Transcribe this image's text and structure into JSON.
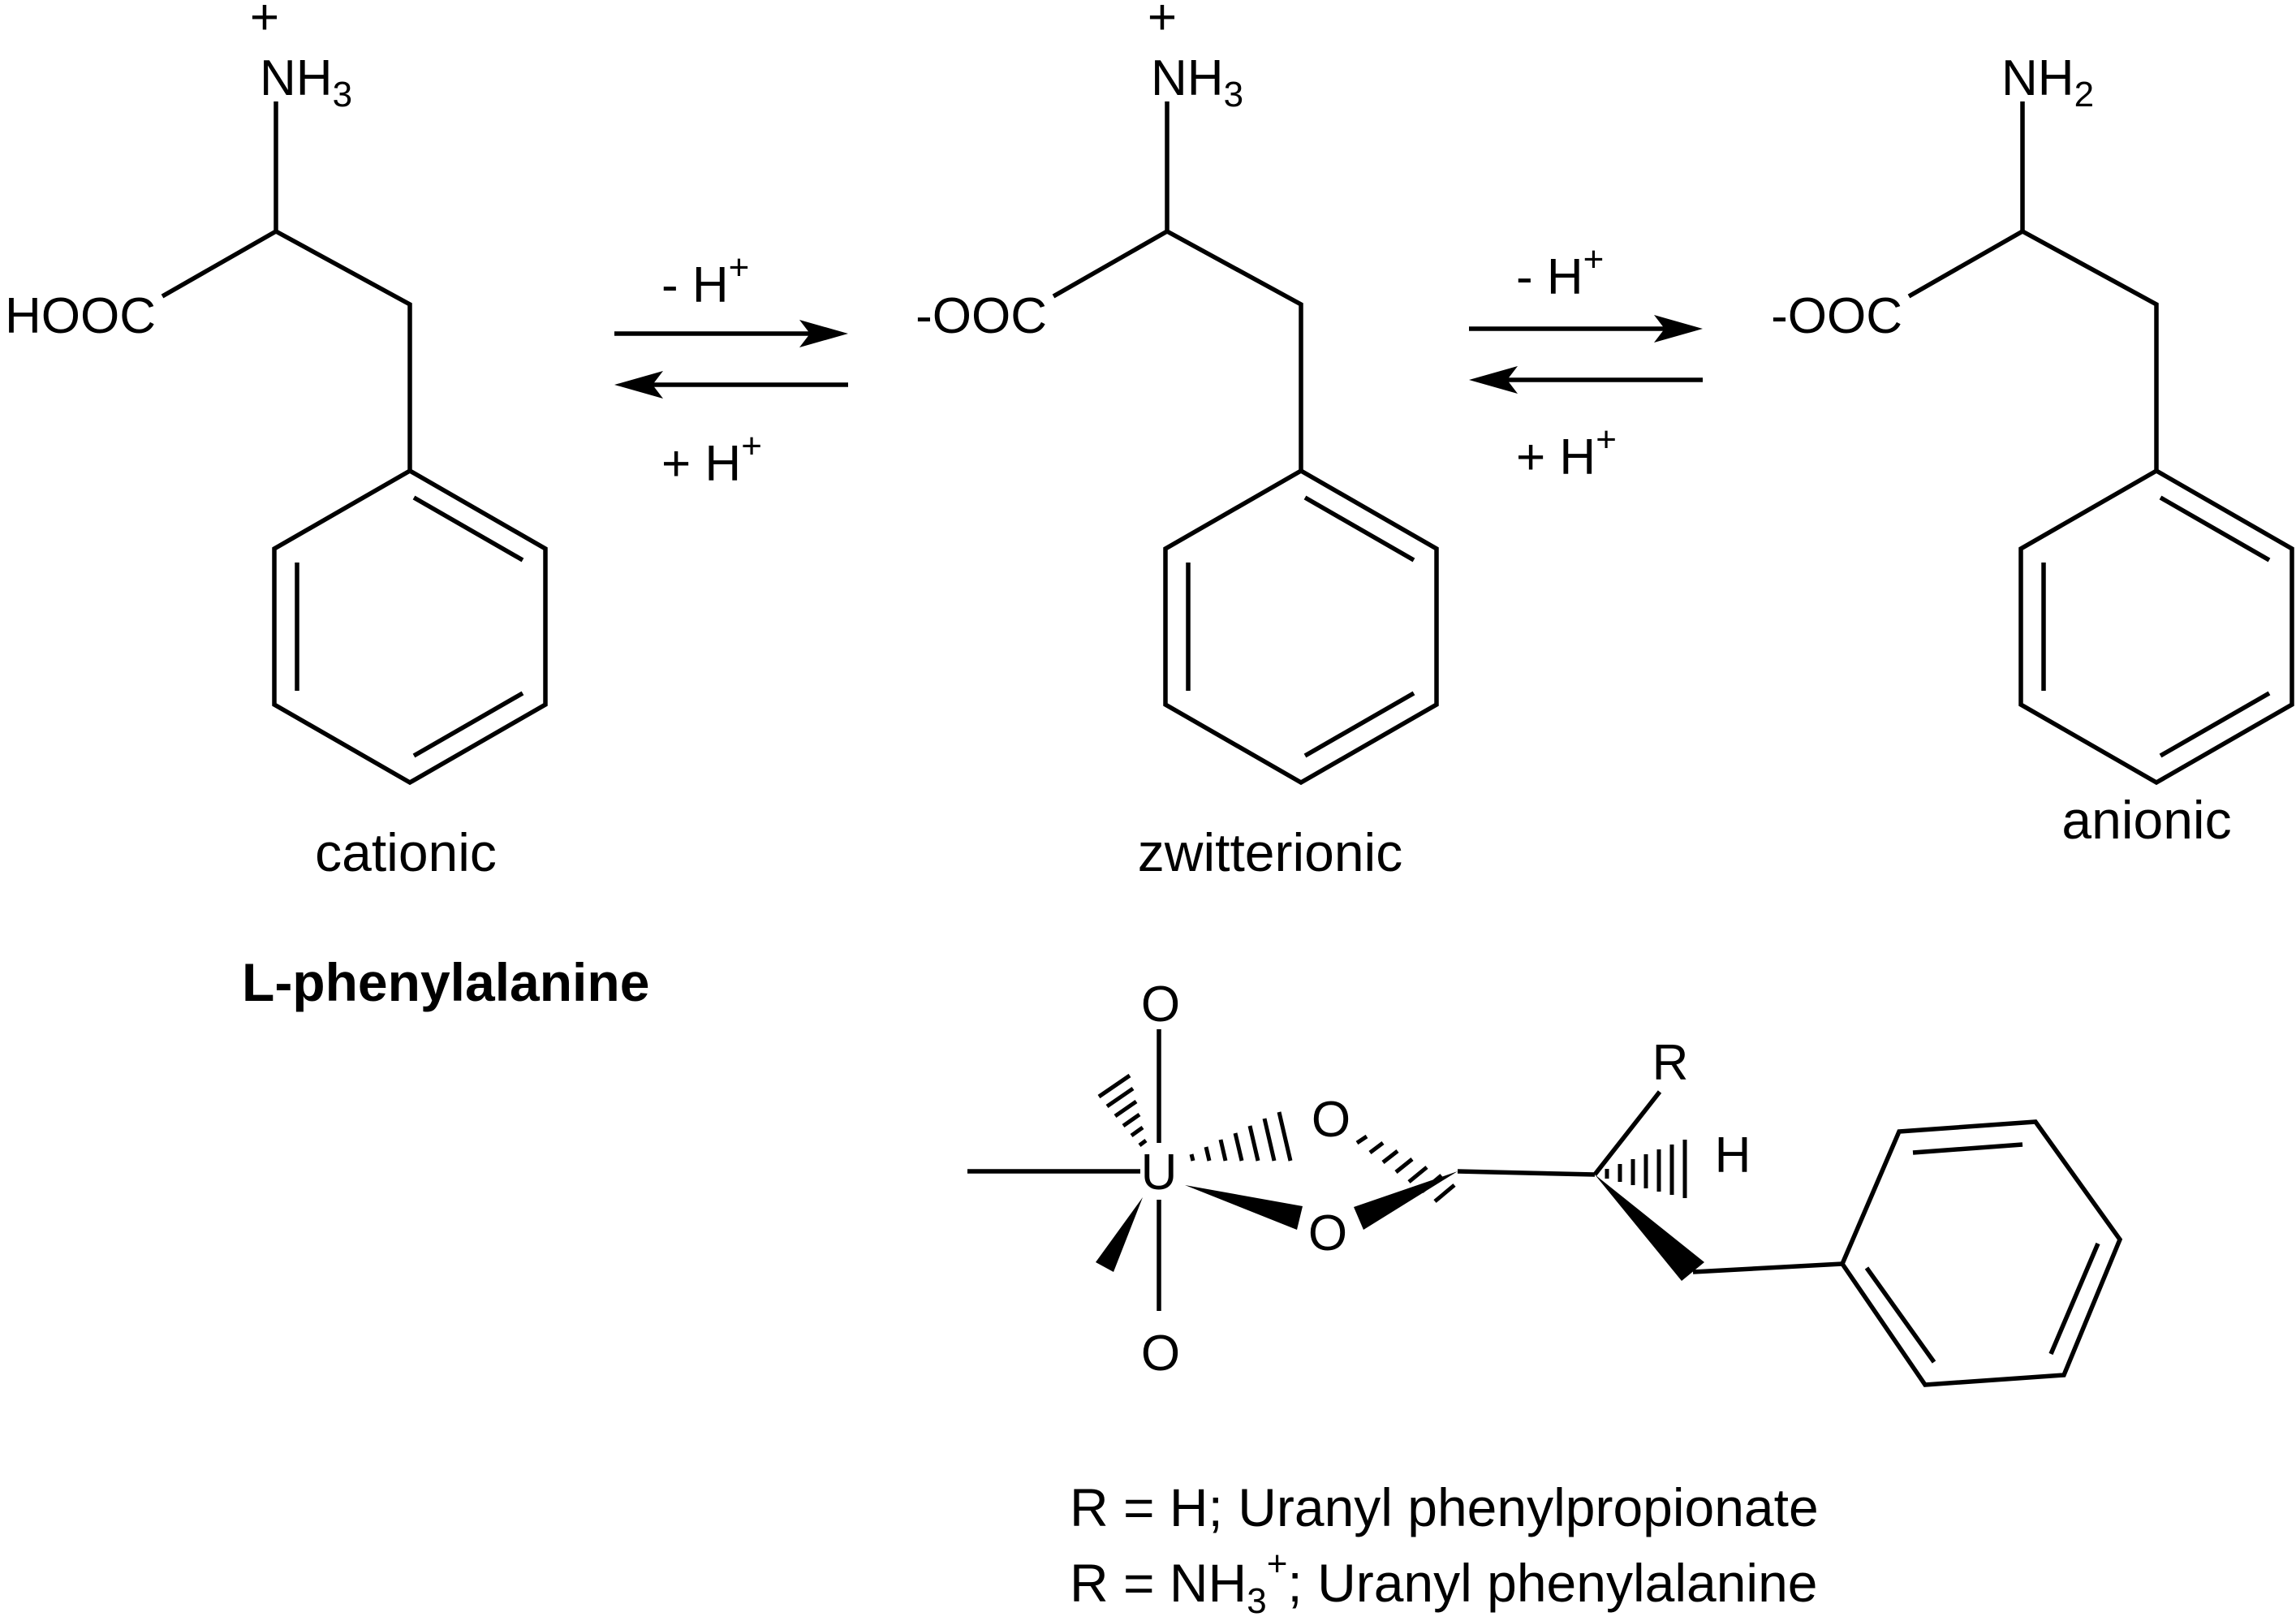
{
  "species": [
    {
      "charge": "+",
      "amine": "NH",
      "amine_sub": "3",
      "acid": "HOOC",
      "caption": "cationic"
    },
    {
      "charge": "+",
      "amine": "NH",
      "amine_sub": "3",
      "acid": "-OOC",
      "caption": "zwitterionic"
    },
    {
      "charge": "",
      "amine": "NH",
      "amine_sub": "2",
      "acid": "-OOC",
      "caption": "anionic"
    }
  ],
  "equilibria": [
    {
      "forward": "- H",
      "forward_sup": "+",
      "reverse": "+ H",
      "reverse_sup": "+"
    },
    {
      "forward": "- H",
      "forward_sup": "+",
      "reverse": "+ H",
      "reverse_sup": "+"
    }
  ],
  "compound_name": "L-phenylalanine",
  "complex": {
    "metal": "U",
    "oxo_top": "O",
    "oxo_bottom": "O",
    "ligand_o_upper": "O",
    "ligand_o_lower": "O",
    "substituent": "R",
    "hydrogen": "H"
  },
  "legend": {
    "line1": "R = H; Uranyl phenylpropionate",
    "line2_a": "R = NH",
    "line2_sub": "3",
    "line2_sup": "+",
    "line2_b": "; Uranyl phenylalanine"
  }
}
